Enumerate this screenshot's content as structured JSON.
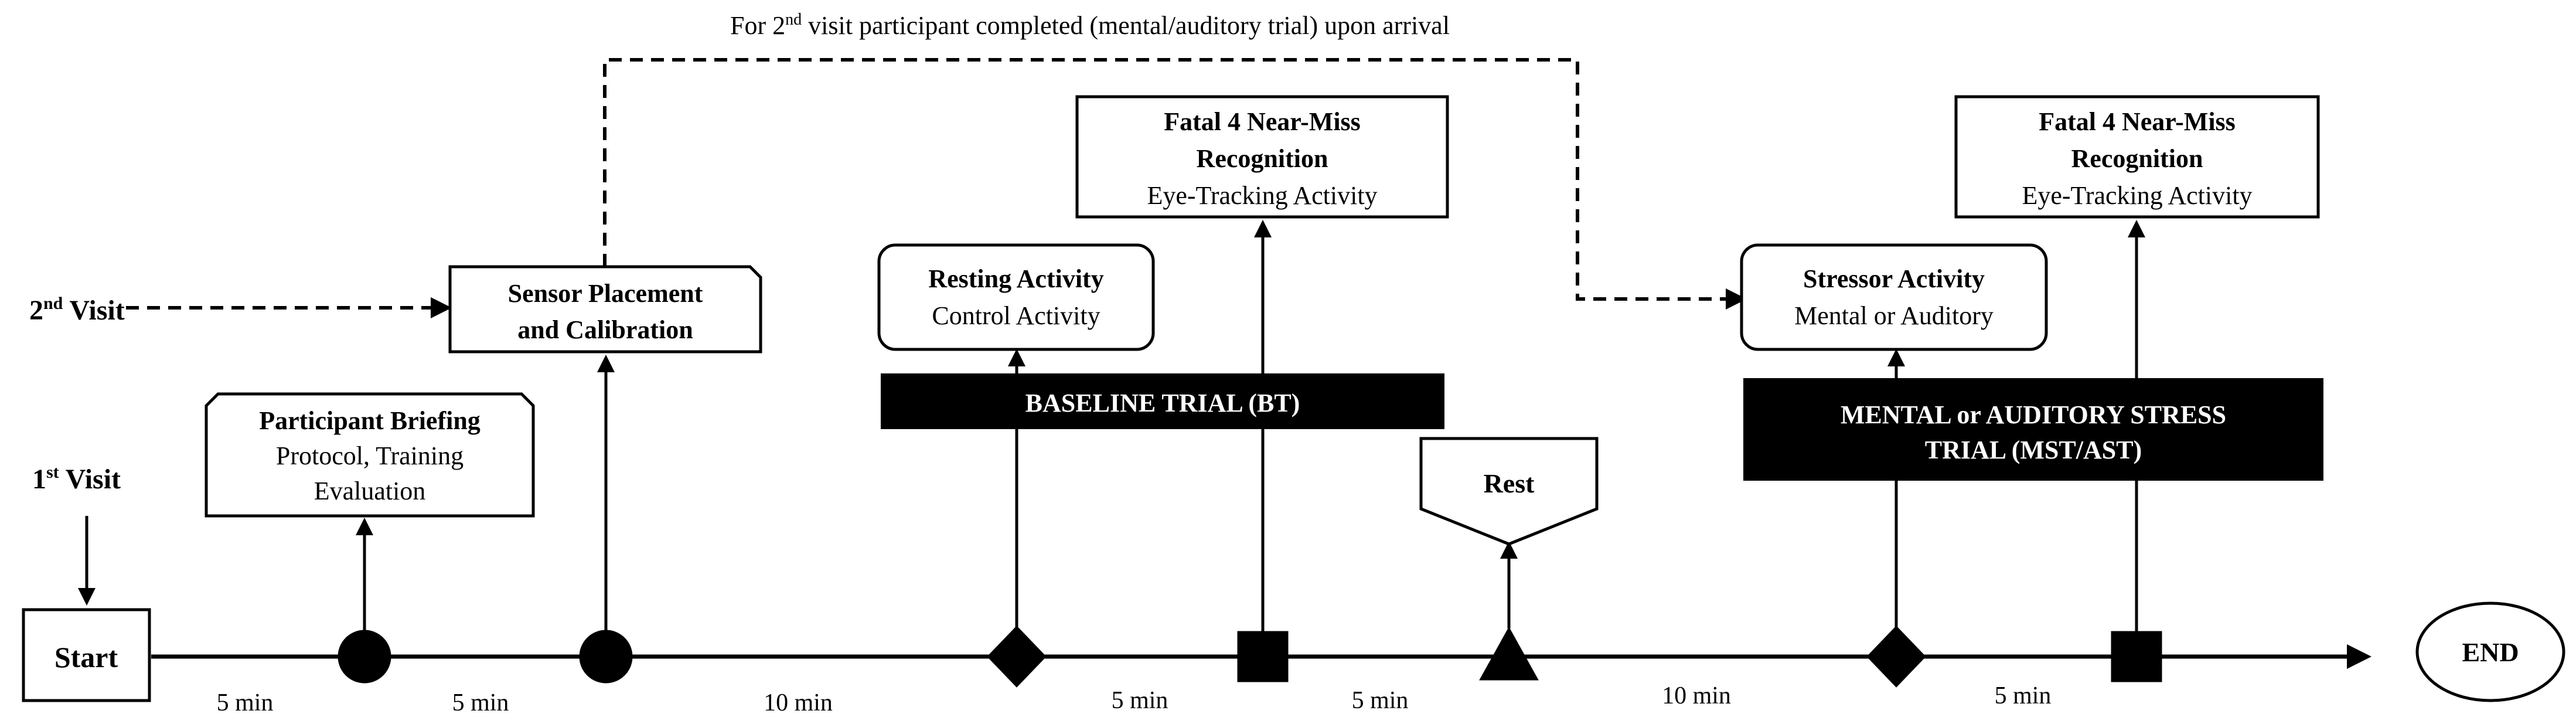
{
  "note": {
    "prefix": "For 2",
    "sup": "nd",
    "suffix": " visit participant completed (mental/auditory  trial)  upon arrival"
  },
  "visits": {
    "first": {
      "main": "1",
      "sup": "st",
      "rest": " Visit"
    },
    "second": {
      "main": "2",
      "sup": "nd",
      "rest": " Visit"
    }
  },
  "start_label": "Start",
  "end_label": "END",
  "durations": [
    "5 min",
    "5 min",
    "10 min",
    "5 min",
    "5 min",
    "10 min",
    "5 min"
  ],
  "boxes": {
    "briefing": {
      "title": "Participant Briefing",
      "line1": "Protocol, Training",
      "line2": "Evaluation"
    },
    "sensor": {
      "line1": "Sensor Placement",
      "line2": "and Calibration"
    },
    "resting": {
      "title": "Resting Activity",
      "line1": "Control Activity"
    },
    "fatal1": {
      "title1": "Fatal 4 Near-Miss",
      "title2": "Recognition",
      "line1": "Eye-Tracking  Activity"
    },
    "rest": {
      "label": "Rest"
    },
    "stressor": {
      "title": "Stressor Activity",
      "line1": "Mental  or Auditory"
    },
    "fatal2": {
      "title1": "Fatal 4 Near-Miss",
      "title2": "Recognition",
      "line1": "Eye-Tracking  Activity"
    }
  },
  "bars": {
    "baseline": "BASELINE TRIAL (BT)",
    "stress_line1": "MENTAL or AUDITORY STRESS",
    "stress_line2": "TRIAL (MST/AST)"
  }
}
